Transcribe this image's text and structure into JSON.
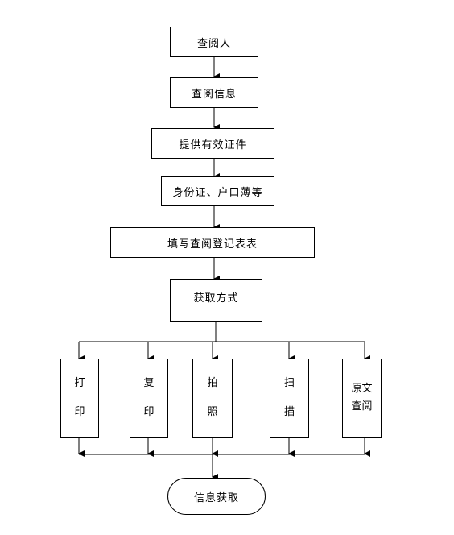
{
  "flow": {
    "step1": "查阅人",
    "step2": "查阅信息",
    "step3": "提供有效证件",
    "step4": "身份证、户口薄等",
    "step5": "填写查阅登记表表",
    "step6": "获取方式",
    "methods": [
      {
        "line1": "打",
        "line2": "印"
      },
      {
        "line1": "复",
        "line2": "印"
      },
      {
        "line1": "拍",
        "line2": "照"
      },
      {
        "line1": "扫",
        "line2": "描"
      },
      {
        "line1": "原文",
        "line2": "查阅"
      }
    ],
    "end": "信息获取"
  }
}
